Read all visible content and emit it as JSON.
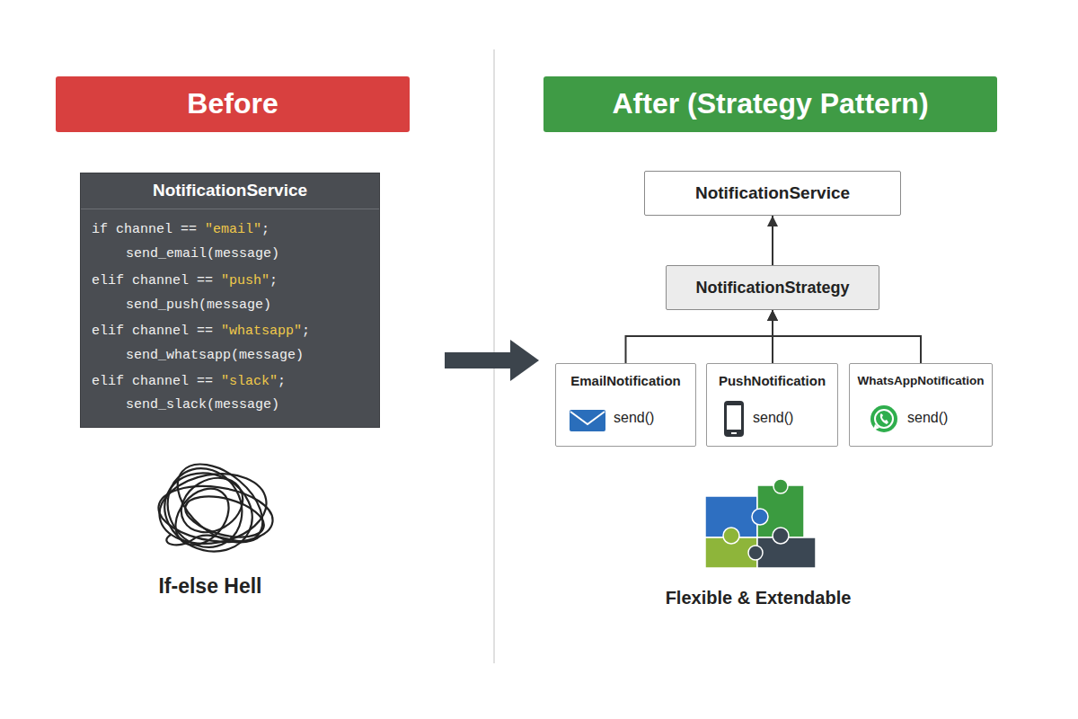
{
  "diagram": {
    "nodes": [
      {
        "text": [
          "Before"
        ]
      },
      {
        "text": [
          "After (Strategy Pattern)"
        ]
      },
      {
        "text": [
          "NotificationService",
          "if channel == \"email\";",
          "send_email(message)",
          "elif channel == \"push\";",
          "send_push(message)",
          "elif channel == \"whatsapp\";",
          "send_whatsapp(message)",
          "elif channel == \"slack\";",
          "send_slack(message)"
        ]
      },
      {
        "text": [
          "NotificationService"
        ]
      },
      {
        "text": [
          "NotificationStrategy"
        ]
      },
      {
        "text": [
          "EmailNotification",
          "send()"
        ]
      },
      {
        "text": [
          "PushNotification",
          "send()"
        ]
      },
      {
        "text": [
          "WhatsAppNotification",
          "send()"
        ]
      }
    ],
    "edges": [
      {
        "from": 4,
        "to": 3,
        "arrow": "to"
      },
      {
        "from": 5,
        "to": 4,
        "arrow": "to"
      },
      {
        "from": 6,
        "to": 4,
        "arrow": "to"
      },
      {
        "from": 7,
        "to": 4,
        "arrow": "to"
      }
    ],
    "labels": [
      "If-else Hell",
      "Flexible & Extendable"
    ]
  }
}
